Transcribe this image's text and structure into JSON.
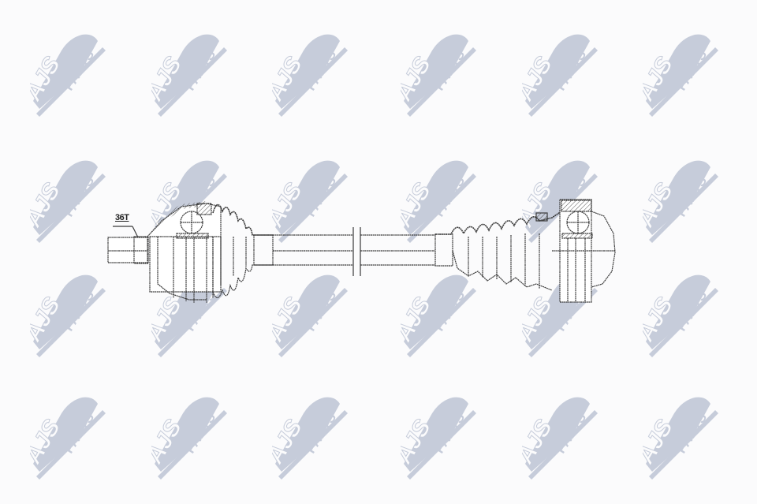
{
  "watermark": {
    "brand": "AJS",
    "sub": "PARTS",
    "color": "#c6ccda",
    "columns_x": [
      38,
      192,
      345,
      508,
      662,
      815
    ],
    "rows_y": [
      30,
      190,
      335,
      490
    ]
  },
  "drawing": {
    "subject": "drive shaft (CV axle) technical drawing",
    "spline_label": "36T",
    "line_color": "#3a3a3a"
  }
}
